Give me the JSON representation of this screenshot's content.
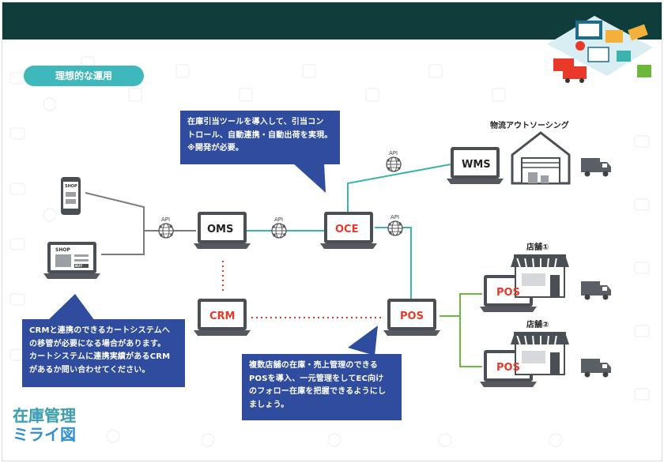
{
  "section_title": "理想的な運用",
  "callouts": {
    "top": [
      "在庫引当ツールを導入して、引当コン",
      "トロール、自動連携・自動出荷を実現。",
      "※開発が必要。"
    ],
    "left": [
      "CRMと連携のできるカートシステムへ",
      "の移管が必要になる場合があります。",
      "カートシステムに連携実績があるCRM",
      "があるか問い合わせてください。"
    ],
    "bottom": [
      "複数店舗の在庫・売上管理のできる",
      "POSを導入、一元管理をしてEC向け",
      "のフォロー在庫を把握できるようにし",
      "ましょう。"
    ]
  },
  "nodes": {
    "oms": "OMS",
    "oce": "OCE",
    "wms": "WMS",
    "crm": "CRM",
    "pos_center": "POS",
    "pos_store1": "POS",
    "pos_store2": "POS"
  },
  "labels": {
    "outsourcing": "物流アウトソーシング",
    "store1": "店舗①",
    "store2": "店舗②",
    "api": "API",
    "shop_phone": "SHOP",
    "shop_laptop": "SHOP",
    "buy": "BUY"
  },
  "logo": {
    "line1": "在庫管理",
    "line2": "ミライ図"
  },
  "colors": {
    "header": "#0e3d3b",
    "pill": "#3fb8bb",
    "callout": "#2f4c9e",
    "teal_link": "#3cb3ad",
    "gray_link": "#7a7a7a",
    "red_text": "#e8392a",
    "green_link": "#6bb83a"
  }
}
